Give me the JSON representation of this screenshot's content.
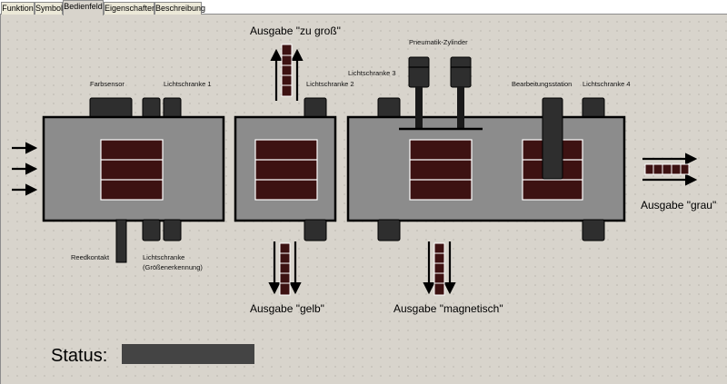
{
  "tabs": [
    {
      "label": "Funktion",
      "active": false
    },
    {
      "label": "Symbol",
      "active": false
    },
    {
      "label": "Bedienfeld",
      "active": true
    },
    {
      "label": "Eigenschaften",
      "active": false
    },
    {
      "label": "Beschreibung",
      "active": false
    }
  ],
  "labels": {
    "farbsensor": "Farbsensor",
    "lichtschranke_1": "Lichtschranke 1",
    "lichtschranke_2": "Lichtschranke 2",
    "lichtschranke_3": "Lichtschranke 3",
    "lichtschranke_4": "Lichtschranke 4",
    "pneumatik_zylinder": "Pneumatik-Zylinder",
    "bearbeitungsstation": "Bearbeitungsstation",
    "reedkontakt": "Reedkontakt",
    "lichtschranke_groesse_1": "Lichtschranke",
    "lichtschranke_groesse_2": "(Größenerkennung)"
  },
  "outputs": {
    "zu_gross": "Ausgabe \"zu groß\"",
    "gelb": "Ausgabe \"gelb\"",
    "magnetisch": "Ausgabe \"magnetisch\"",
    "grau": "Ausgabe \"grau\""
  },
  "status": {
    "label": "Status:",
    "value": ""
  },
  "colors": {
    "panel_bg": "#d8d4cc",
    "station_fill": "#8c8c8c",
    "sensor_fill": "#2e2e2e",
    "item_fill": "#3d1212",
    "status_field": "#444444"
  }
}
